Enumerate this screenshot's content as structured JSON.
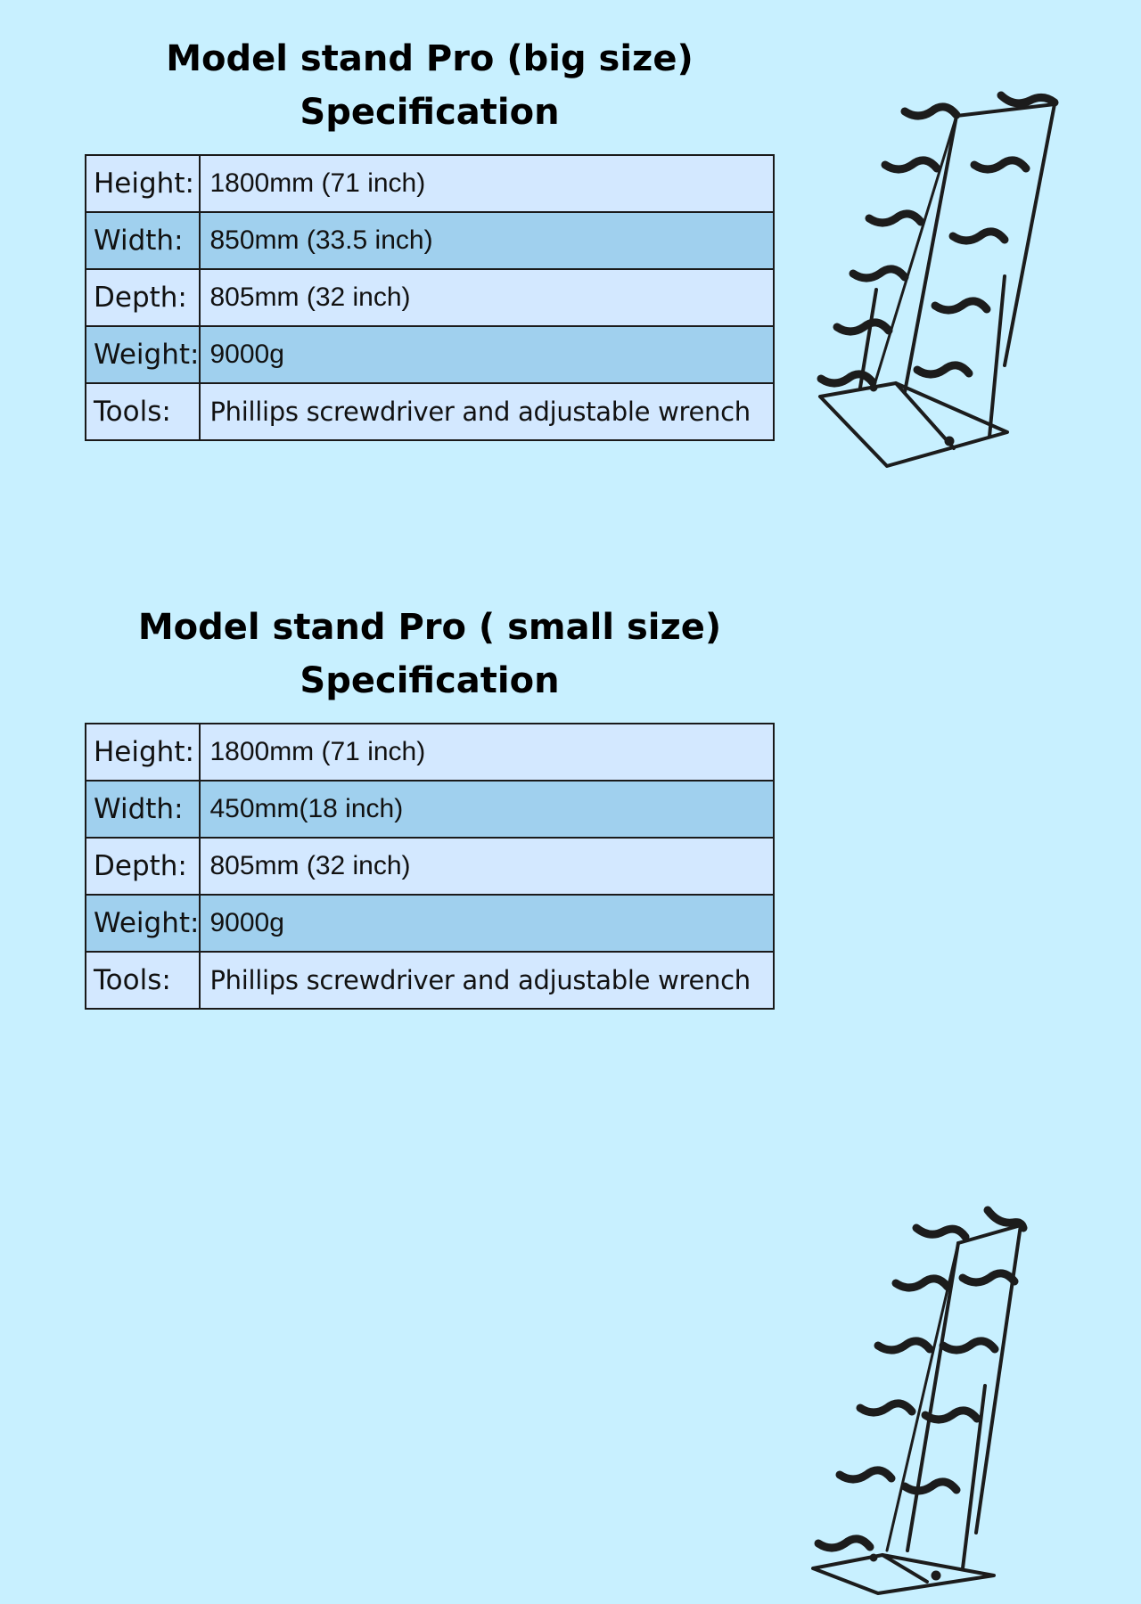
{
  "sections": [
    {
      "title_line1": "Model stand Pro (big size)",
      "title_line2": "Specification",
      "rows": [
        {
          "label": "Height:",
          "value": "1800mm (71 inch)"
        },
        {
          "label": "Width:",
          "value": "850mm (33.5 inch)"
        },
        {
          "label": "Depth:",
          "value": "805mm (32 inch)"
        },
        {
          "label": "Weight:",
          "value": "9000g"
        },
        {
          "label": "Tools:",
          "value": "Phillips screwdriver and adjustable wrench"
        }
      ]
    },
    {
      "title_line1": "Model stand Pro ( small size)",
      "title_line2": "Specification",
      "rows": [
        {
          "label": "Height:",
          "value": "1800mm (71 inch)"
        },
        {
          "label": "Width:",
          "value": "450mm(18 inch)"
        },
        {
          "label": "Depth:",
          "value": "805mm (32 inch)"
        },
        {
          "label": "Weight:",
          "value": "9000g"
        },
        {
          "label": "Tools:",
          "value": "Phillips screwdriver and adjustable wrench"
        }
      ]
    }
  ],
  "colors": {
    "background": "#c8f0ff",
    "row_light": "#d3e8ff",
    "row_dark": "#a0d0ee",
    "border": "#1a1a1a"
  },
  "images": [
    "big-size-stand-illustration",
    "small-size-stand-illustration"
  ]
}
